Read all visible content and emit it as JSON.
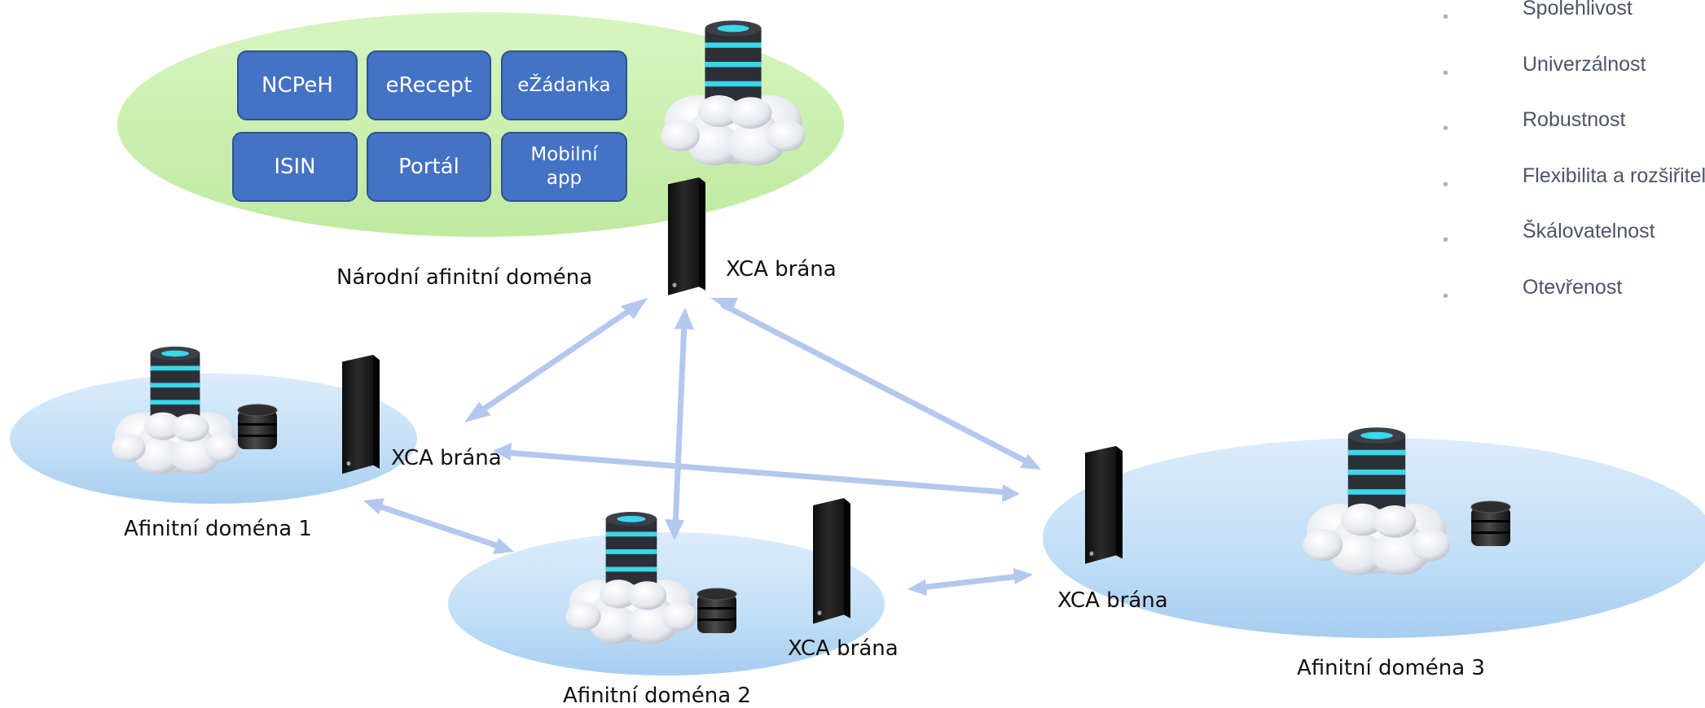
{
  "national_domain": {
    "label": "Národní afinitní doména",
    "gateway_label": "XCA brána",
    "services": [
      "NCPeH",
      "eRecept",
      "eŽádanka",
      "ISIN",
      "Portál",
      "Mobilní\napp"
    ]
  },
  "domain1": {
    "label": "Afinitní doména 1",
    "gateway_label": "XCA brána"
  },
  "domain2": {
    "label": "Afinitní doména 2",
    "gateway_label": "XCA brána"
  },
  "domain3": {
    "label": "Afinitní doména 3",
    "gateway_label": "XCA brána"
  },
  "principles": [
    "Spolehlivost",
    "Univerzálnost",
    "Robustnost",
    "Flexibilita a rozšiřitelnost",
    "Škálovatelnost",
    "Otevřenost"
  ],
  "colors": {
    "national_fill": "#c6efad",
    "domain_fill": "#bcdcf5",
    "service_fill": "#4472c4",
    "arrow": "#b4c7ee",
    "db_stripe": "#3ad7ec",
    "gateway": "#1f1f1f"
  }
}
